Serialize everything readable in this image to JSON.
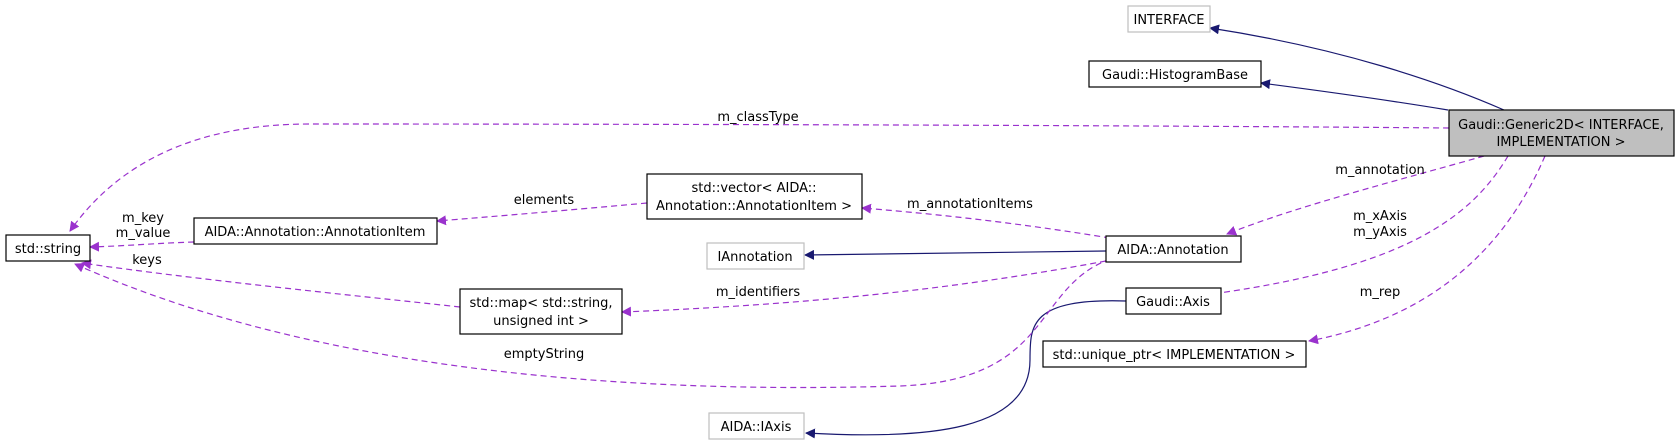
{
  "nodes": {
    "interface": "INTERFACE",
    "histogram_base": "Gaudi::HistogramBase",
    "generic2d_line1": "Gaudi::Generic2D< INTERFACE,",
    "generic2d_line2": "IMPLEMENTATION >",
    "std_string": "std::string",
    "annotation_item": "AIDA::Annotation::AnnotationItem",
    "vector_line1": "std::vector< AIDA::",
    "vector_line2": "Annotation::AnnotationItem >",
    "iannotation": "IAnnotation",
    "aida_annotation": "AIDA::Annotation",
    "map_line1": "std::map< std::string,",
    "map_line2": "unsigned int >",
    "gaudi_axis": "Gaudi::Axis",
    "unique_ptr": "std::unique_ptr< IMPLEMENTATION >",
    "aida_iaxis": "AIDA::IAxis"
  },
  "edge_labels": {
    "m_classType": "m_classType",
    "m_annotation": "m_annotation",
    "elements": "elements",
    "m_annotationItems": "m_annotationItems",
    "m_key": "m_key",
    "m_value": "m_value",
    "keys": "keys",
    "m_identifiers": "m_identifiers",
    "emptyString": "emptyString",
    "m_xAxis": "m_xAxis",
    "m_yAxis": "m_yAxis",
    "m_rep": "m_rep"
  },
  "colors": {
    "inheritance_edge": "#191970",
    "usage_edge": "#9a32cd",
    "focus_fill": "#bfbfbf",
    "external_border": "#bfbfbf"
  }
}
